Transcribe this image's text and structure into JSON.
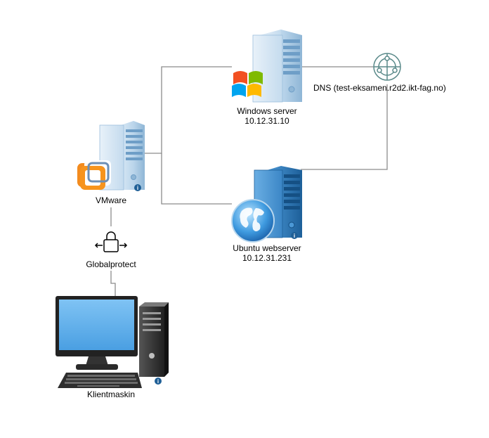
{
  "nodes": {
    "windows_server": {
      "name": "Windows server",
      "ip": "10.12.31.10",
      "icon": "windows-server-icon"
    },
    "ubuntu_webserver": {
      "name": "Ubuntu webserver",
      "ip": "10.12.31.231",
      "icon": "globe-server-icon"
    },
    "vmware": {
      "name": "VMware",
      "icon": "vmware-server-icon"
    },
    "dns": {
      "name": "DNS (test-eksamen.r2d2.ikt-fag.no)",
      "icon": "dns-globe-icon"
    },
    "globalprotect": {
      "name": "Globalprotect",
      "icon": "padlock-icon"
    },
    "client": {
      "name": "Klientmaskin",
      "icon": "desktop-computer-icon"
    }
  },
  "info_badge_icon": "info-icon",
  "colors": {
    "connector": "#8c8c8c",
    "server_light": "#b9d4ea",
    "server_dark": "#2f7fc1",
    "monitor_screen": "#5fb0ec",
    "tower": "#2e2e2e",
    "info_badge": "#1f5f96"
  }
}
